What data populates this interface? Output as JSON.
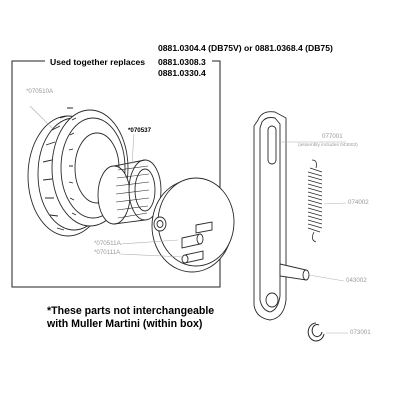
{
  "header": {
    "line1": "0881.0304.4 (DB75V) or 0881.0368.4 (DB75)",
    "replaces_label": "Used together replaces",
    "line2": "0881.0308.3",
    "line3": "0881.0330.4"
  },
  "parts": {
    "p070510a": "*070510A",
    "p070537": "*070537",
    "p070511a": "*070511A",
    "p070111a": "*070111A",
    "p077001": "077001",
    "p077001_note": "(assembly includes 043003)",
    "p074002": "074002",
    "p043002": "043002",
    "p073001": "073001"
  },
  "footnote": {
    "line1": "*These parts not interchangeable",
    "line2": "with Muller Martini (within box)"
  },
  "colors": {
    "line": "#3a3a3a",
    "leader": "#b0b0b0",
    "label_gray": "#9a9a9a"
  }
}
